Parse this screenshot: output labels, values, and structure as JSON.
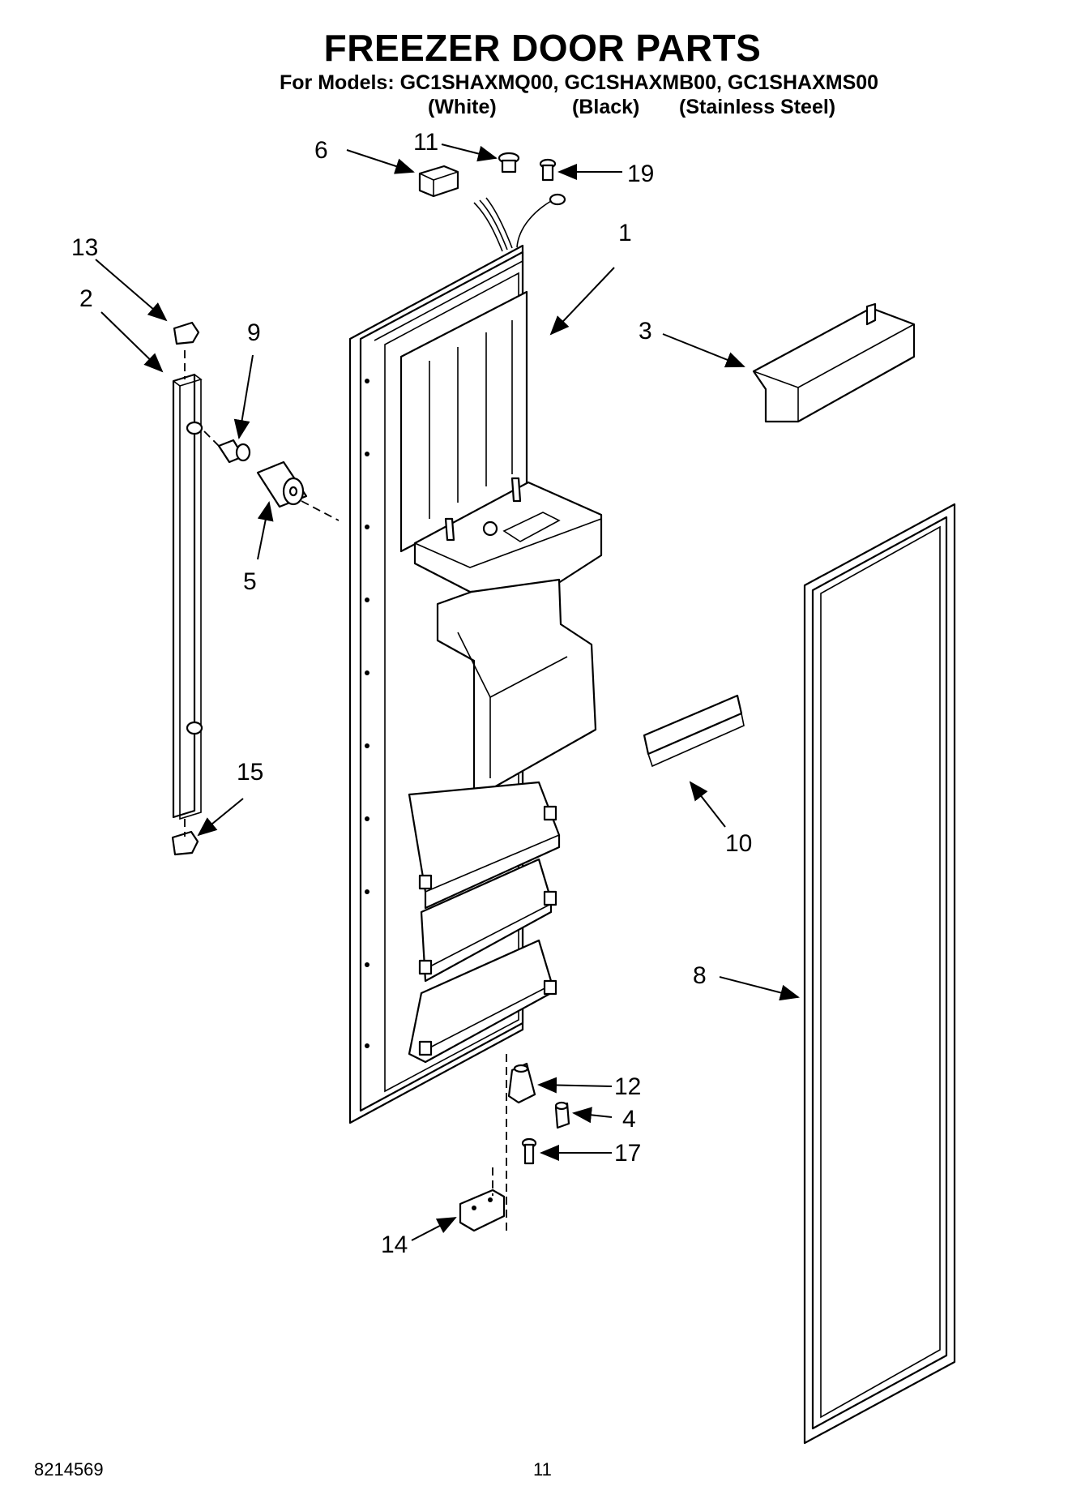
{
  "header": {
    "title": "FREEZER DOOR PARTS",
    "models_line": "For Models: GC1SHAXMQ00, GC1SHAXMB00, GC1SHAXMS00",
    "colors": [
      "(White)",
      "(Black)",
      "(Stainless Steel)"
    ]
  },
  "callouts": {
    "c1": "1",
    "c2": "2",
    "c3": "3",
    "c4": "4",
    "c5": "5",
    "c6": "6",
    "c8": "8",
    "c9": "9",
    "c10": "10",
    "c11": "11",
    "c12": "12",
    "c13": "13",
    "c14": "14",
    "c15": "15",
    "c17": "17",
    "c19": "19"
  },
  "footer": {
    "doc_number": "8214569",
    "page_number": "11"
  }
}
